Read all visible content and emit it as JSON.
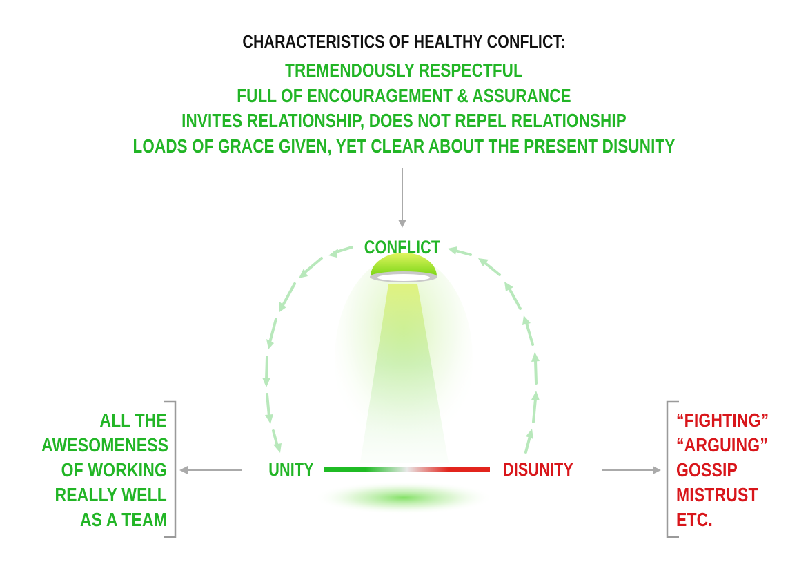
{
  "title": "CHARACTERISTICS OF HEALTHY CONFLICT:",
  "characteristics": [
    "TREMENDOUSLY RESPECTFUL",
    "FULL OF ENCOURAGEMENT & ASSURANCE",
    "INVITES RELATIONSHIP, DOES NOT REPEL RELATIONSHIP",
    "LOADS OF GRACE GIVEN, YET CLEAR ABOUT THE PRESENT DISUNITY"
  ],
  "nodes": {
    "conflict": "CONFLICT",
    "unity": "UNITY",
    "disunity": "DISUNITY"
  },
  "unity_description": [
    "ALL THE",
    "AWESOMENESS",
    "OF WORKING",
    "REALLY WELL",
    "AS A TEAM"
  ],
  "disunity_description": [
    "“FIGHTING”",
    "“ARGUING”",
    "GOSSIP",
    "MISTRUST",
    "ETC."
  ],
  "colors": {
    "green": "#22b526",
    "red": "#d8161b",
    "arrow_gray": "#aaaaaa",
    "bracket_gray": "#9a9a9a",
    "cycle_arrow": "#b8e8bb",
    "lamp_top": "#d9f25a",
    "lamp_bottom": "#7fd81a"
  },
  "icons": {
    "lamp": "spotlight-lamp-icon"
  }
}
